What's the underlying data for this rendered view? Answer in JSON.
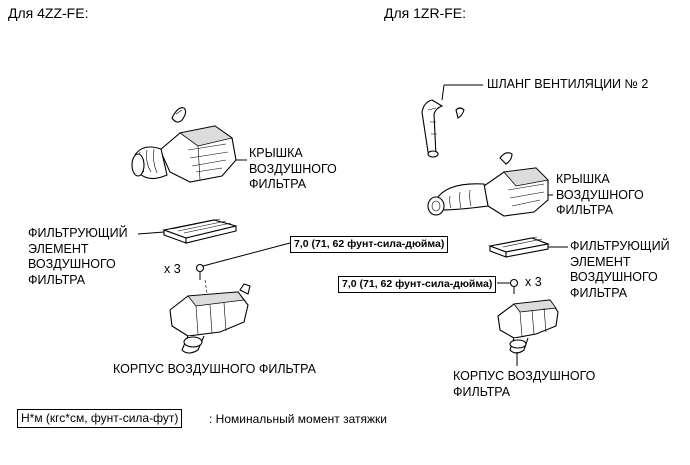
{
  "left_section": {
    "header": "Для 4ZZ-FE:",
    "cover_label": [
      "КРЫШКА",
      "ВОЗДУШНОГО",
      "ФИЛЬТРА"
    ],
    "element_label": [
      "ФИЛЬТРУЮЩИЙ",
      "ЭЛЕМЕНТ",
      "ВОЗДУШНОГО",
      "ФИЛЬТРА"
    ],
    "torque": "7,0 (71, 62 фунт-сила-дюйма)",
    "count": "x 3",
    "housing_label": "КОРПУС ВОЗДУШНОГО ФИЛЬТРА"
  },
  "right_section": {
    "header": "Для 1ZR-FE:",
    "hose_label": "ШЛАНГ ВЕНТИЛЯЦИИ № 2",
    "cover_label": [
      "КРЫШКА",
      "ВОЗДУШНОГО",
      "ФИЛЬТРА"
    ],
    "element_label": [
      "ФИЛЬТРУЮЩИЙ",
      "ЭЛЕМЕНТ",
      "ВОЗДУШНОГО",
      "ФИЛЬТРА"
    ],
    "torque": "7,0 (71, 62 фунт-сила-дюйма)",
    "count": "x 3",
    "housing_label": [
      "КОРПУС ВОЗДУШНОГО",
      "ФИЛЬТРА"
    ]
  },
  "legend": {
    "unit": "Н*м (кгс*см, фунт-сила-фут)",
    "description": ": Номинальный момент затяжки"
  }
}
